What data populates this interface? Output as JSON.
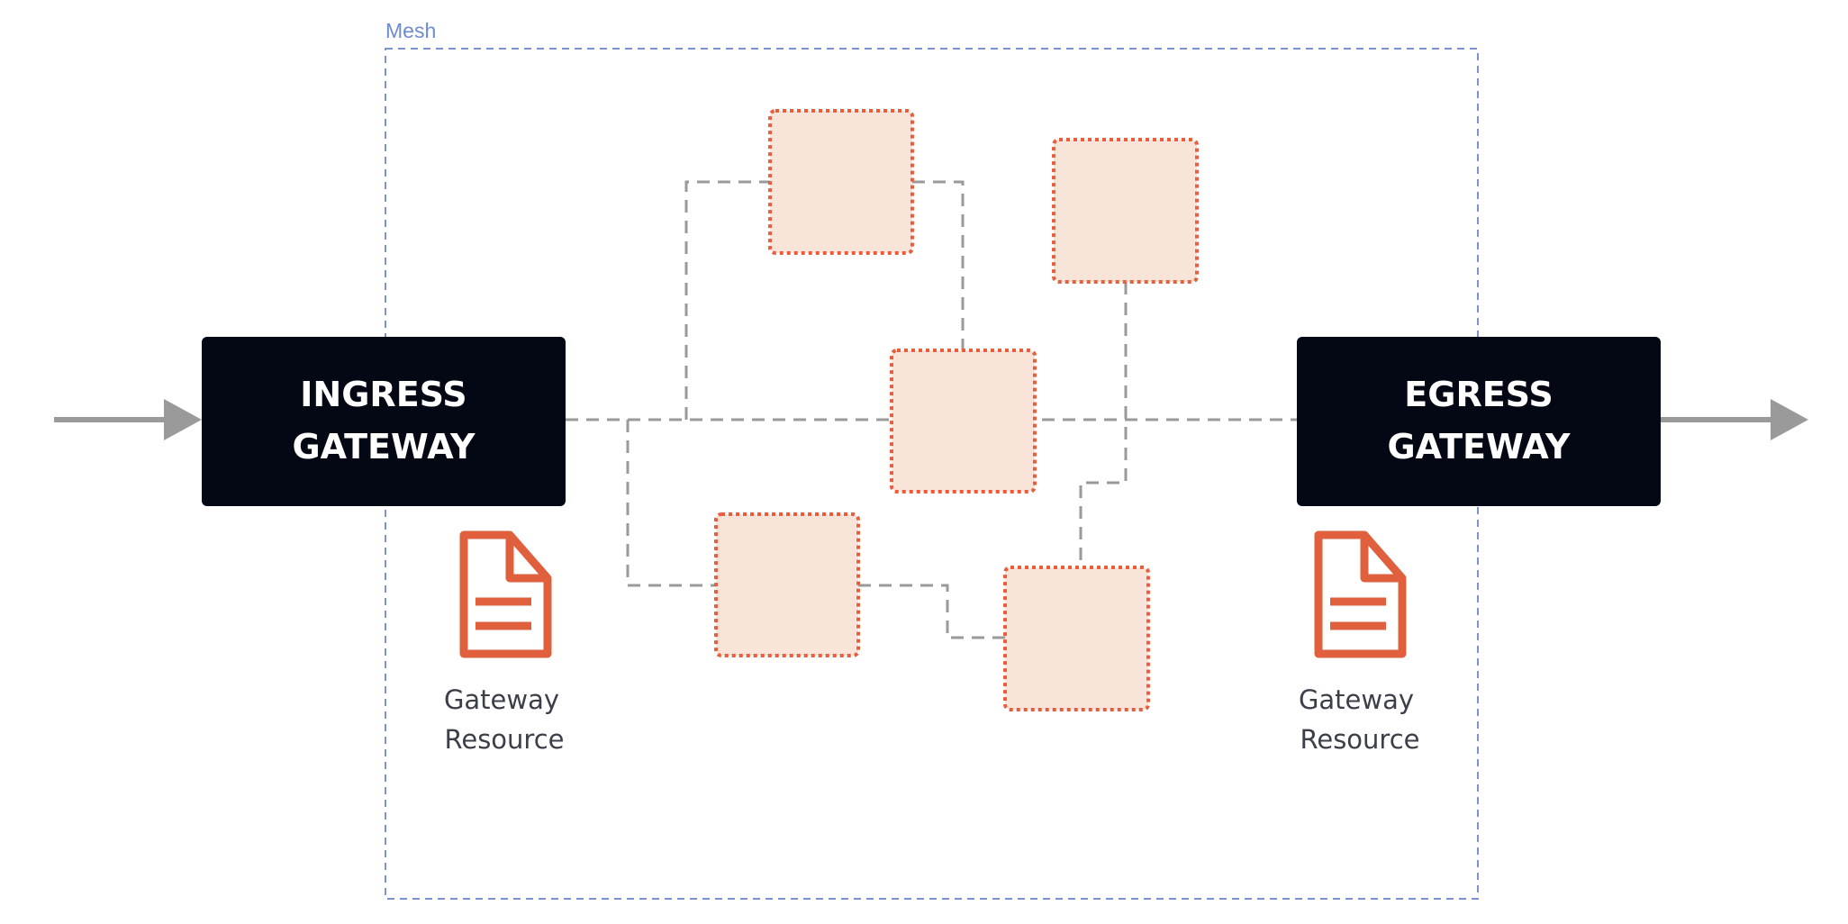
{
  "mesh": {
    "label": "Mesh"
  },
  "ingress": {
    "line1": "INGRESS",
    "line2": "GATEWAY"
  },
  "egress": {
    "line1": "EGRESS",
    "line2": "GATEWAY"
  },
  "ingress_resource": {
    "icon": "document-icon",
    "line1": "Gateway",
    "line2": "Resource"
  },
  "egress_resource": {
    "icon": "document-icon",
    "line1": "Gateway",
    "line2": "Resource"
  },
  "colors": {
    "mesh_border": "#7b93d4",
    "gateway_fill": "#040814",
    "gateway_text": "#ffffff",
    "service_border": "#e85e3c",
    "service_fill": "#f8e4d8",
    "connector": "#9a9a9a",
    "arrow": "#9a9a9a",
    "doc_icon": "#e0603d",
    "resource_text": "#3c3f4a"
  }
}
